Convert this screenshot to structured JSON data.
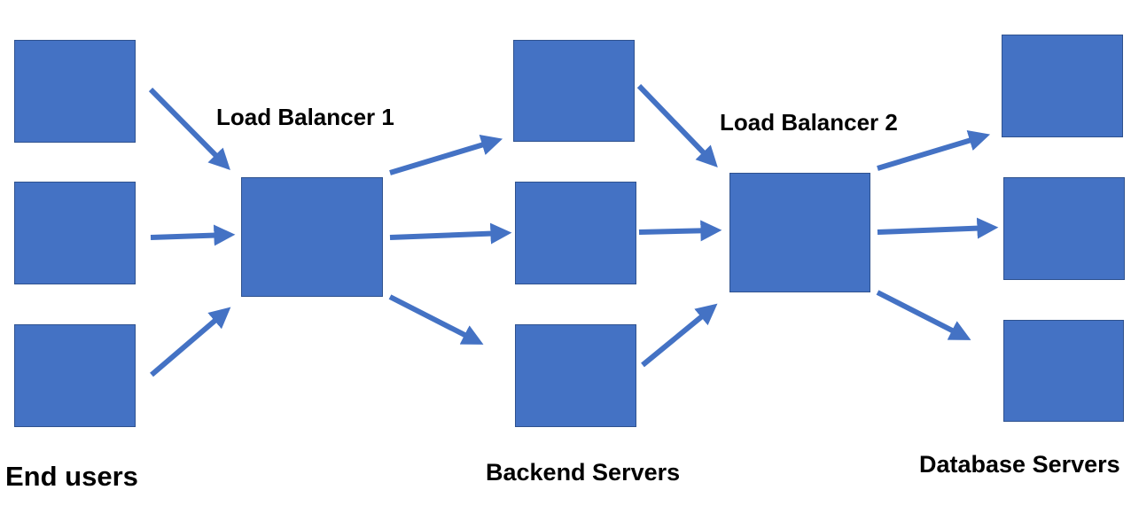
{
  "labels": {
    "load_balancer_1": "Load Balancer 1",
    "load_balancer_2": "Load Balancer 2",
    "end_users": "End users",
    "backend_servers": "Backend Servers",
    "database_servers": "Database Servers"
  },
  "colors": {
    "box_fill": "#4472C4",
    "box_border": "#2F528F",
    "arrow": "#4472C4",
    "text": "#000000",
    "background": "#FFFFFF"
  }
}
